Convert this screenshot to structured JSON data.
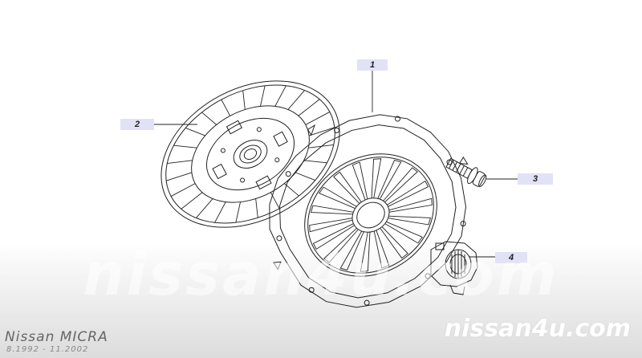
{
  "callouts": [
    {
      "label": "1",
      "part": "clutch cover"
    },
    {
      "label": "2",
      "part": "clutch disc"
    },
    {
      "label": "3",
      "part": "bolt"
    },
    {
      "label": "4",
      "part": "release bearing"
    }
  ],
  "watermark": {
    "overlay": "nissan4u.com",
    "brand": "nissan4u.com"
  },
  "model": {
    "name": "Nissan MICRA",
    "years": "8.1992 - 11.2002"
  },
  "colors": {
    "callout_bg": "#e2e2f6",
    "line": "#222222",
    "background_bottom": "#dcdcdc"
  }
}
